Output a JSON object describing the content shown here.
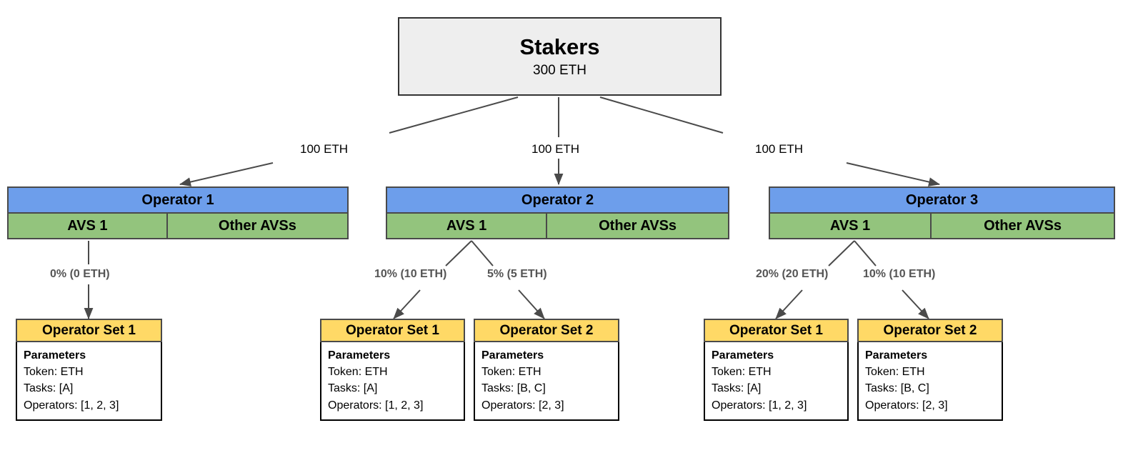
{
  "diagram": {
    "title": "EigenLayer Stakers / Operators / Operator Sets allocation diagram",
    "colors": {
      "stakers_fill": "#eeeeee",
      "operator_header_fill": "#6d9eeb",
      "avs_fill": "#93c47d",
      "opset_header_fill": "#ffd966",
      "stroke": "#4a4a4a",
      "label_gray": "#555555"
    }
  },
  "stakers": {
    "title": "Stakers",
    "amount": "300 ETH"
  },
  "delegation_labels": [
    {
      "text": "100 ETH"
    },
    {
      "text": "100 ETH"
    },
    {
      "text": "100 ETH"
    }
  ],
  "operators": [
    {
      "name": "Operator 1",
      "avs_primary": "AVS 1",
      "avs_other": "Other AVSs",
      "allocations": [
        {
          "text": "0% (0 ETH)"
        }
      ],
      "operator_sets": [
        {
          "title": "Operator Set 1",
          "params_label": "Parameters",
          "token": "Token: ETH",
          "tasks": "Tasks: [A]",
          "operators": "Operators: [1, 2, 3]"
        }
      ]
    },
    {
      "name": "Operator 2",
      "avs_primary": "AVS 1",
      "avs_other": "Other AVSs",
      "allocations": [
        {
          "text": "10% (10 ETH)"
        },
        {
          "text": "5% (5 ETH)"
        }
      ],
      "operator_sets": [
        {
          "title": "Operator Set 1",
          "params_label": "Parameters",
          "token": "Token: ETH",
          "tasks": "Tasks: [A]",
          "operators": "Operators: [1, 2, 3]"
        },
        {
          "title": "Operator Set 2",
          "params_label": "Parameters",
          "token": "Token: ETH",
          "tasks": "Tasks: [B, C]",
          "operators": "Operators: [2, 3]"
        }
      ]
    },
    {
      "name": "Operator 3",
      "avs_primary": "AVS 1",
      "avs_other": "Other AVSs",
      "allocations": [
        {
          "text": "20% (20 ETH)"
        },
        {
          "text": "10% (10 ETH)"
        }
      ],
      "operator_sets": [
        {
          "title": "Operator Set 1",
          "params_label": "Parameters",
          "token": "Token: ETH",
          "tasks": "Tasks: [A]",
          "operators": "Operators: [1, 2, 3]"
        },
        {
          "title": "Operator Set 2",
          "params_label": "Parameters",
          "token": "Token: ETH",
          "tasks": "Tasks: [B, C]",
          "operators": "Operators: [2, 3]"
        }
      ]
    }
  ]
}
